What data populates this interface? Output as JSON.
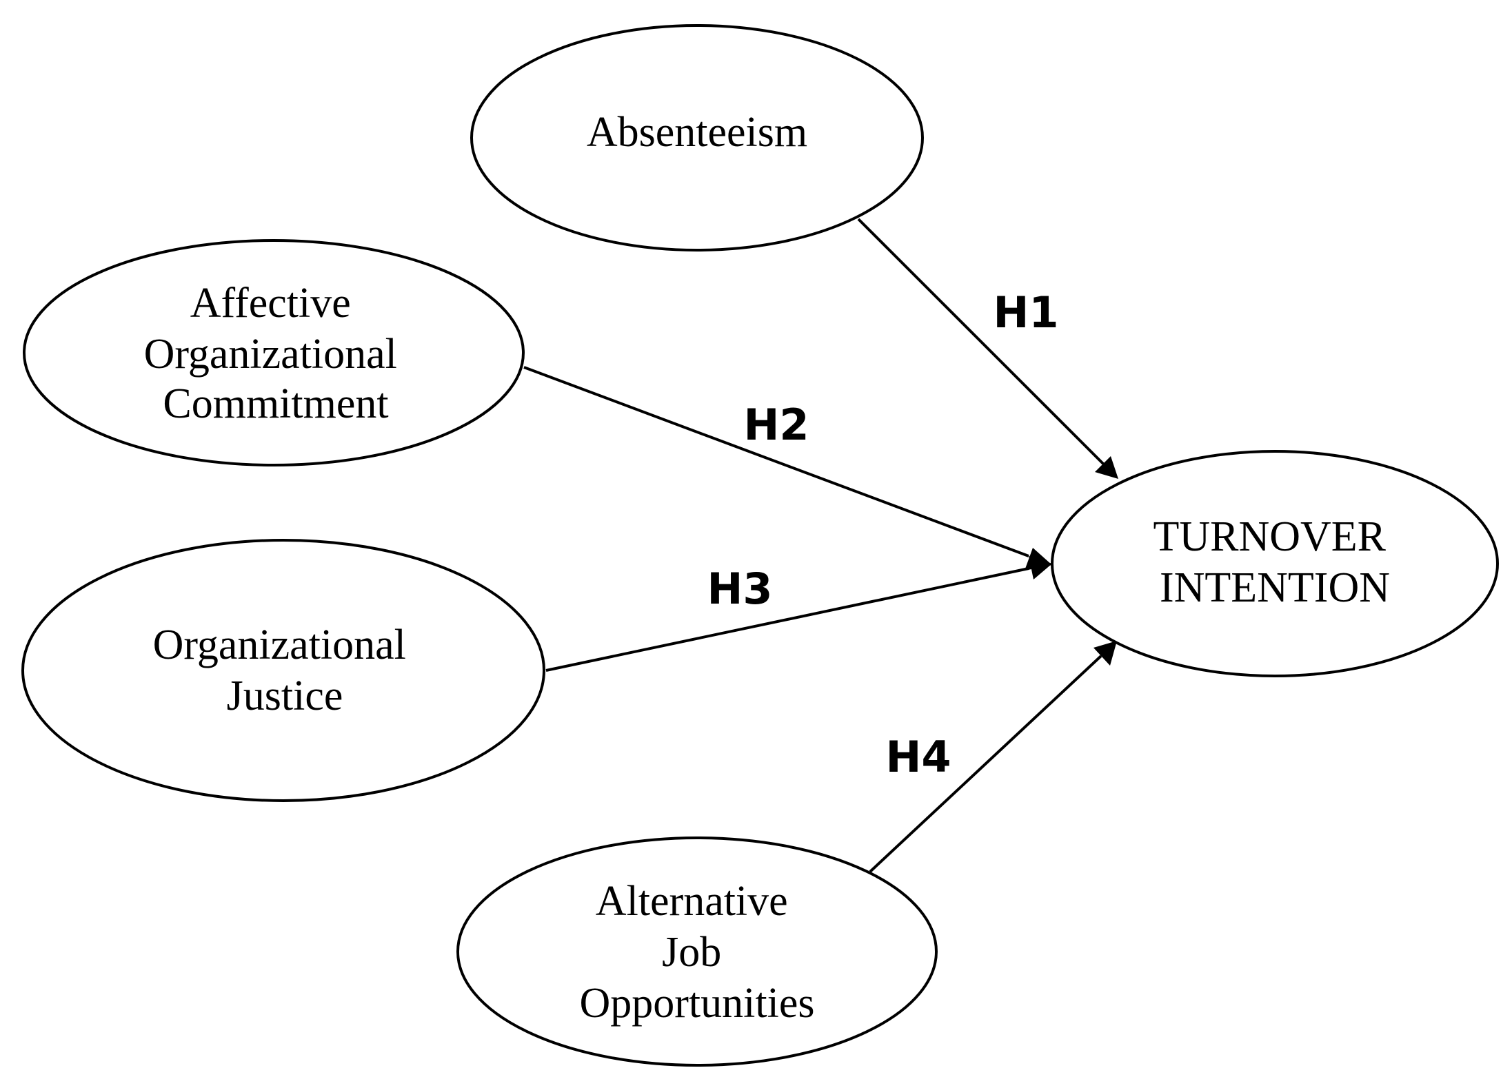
{
  "nodes": {
    "absenteeism": {
      "lines": [
        "Absenteeism"
      ]
    },
    "affective": {
      "lines": [
        "Affective",
        "Organizational",
        "Commitment"
      ]
    },
    "justice": {
      "lines": [
        "Organizational",
        "Justice"
      ]
    },
    "alternative": {
      "lines": [
        "Alternative",
        "Job",
        "Opportunities"
      ]
    },
    "turnover": {
      "lines": [
        "TURNOVER",
        "INTENTION"
      ]
    }
  },
  "edges": {
    "h1": {
      "label": "H1",
      "from": "absenteeism",
      "to": "turnover"
    },
    "h2": {
      "label": "H2",
      "from": "affective",
      "to": "turnover"
    },
    "h3": {
      "label": "H3",
      "from": "justice",
      "to": "turnover"
    },
    "h4": {
      "label": "H4",
      "from": "alternative",
      "to": "turnover"
    }
  },
  "colors": {
    "stroke": "#000000",
    "background": "#ffffff"
  }
}
